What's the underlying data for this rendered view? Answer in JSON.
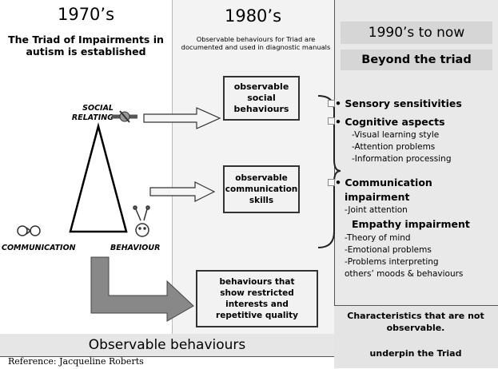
{
  "col1": {
    "title": "1970’s",
    "subtitle": "The Triad of Impairments in autism is established",
    "labels": {
      "social": "SOCIAL RELATING",
      "communication": "COMMUNICATION",
      "behaviour": "BEHAVIOUR"
    }
  },
  "col2": {
    "title": "1980’s",
    "subtitle": "Observable behaviours for Triad are documented and used in diagnostic manuals",
    "boxes": {
      "social": "observable social behaviours",
      "communication": "observable communication skills",
      "behaviours": "behaviours that show restricted interests and repetitive quality"
    }
  },
  "col3": {
    "title": "1990’s to now",
    "subtitle": "Beyond the triad",
    "items": {
      "sensory": "Sensory sensitivities",
      "cognitive": "Cognitive aspects",
      "cog1": "-Visual learning style",
      "cog2": "-Attention problems",
      "cog3": "-Information processing",
      "communication_a": "Communication",
      "communication_b": "impairment",
      "comm1": "-Joint attention",
      "empathy": "Empathy impairment",
      "emp1": "-Theory of mind",
      "emp2": "-Emotional problems",
      "emp3": "-Problems interpreting",
      "emp4": "others’ moods & behaviours"
    },
    "characteristics": "Characteristics that are not observable.",
    "underpin": "underpin the Triad"
  },
  "footer": {
    "observable": "Observable behaviours",
    "reference": "Reference: Jacqueline Roberts"
  },
  "icons": {
    "social": "handshake-icon",
    "communication": "talking-faces-icon",
    "behaviour": "juggling-face-icon"
  }
}
